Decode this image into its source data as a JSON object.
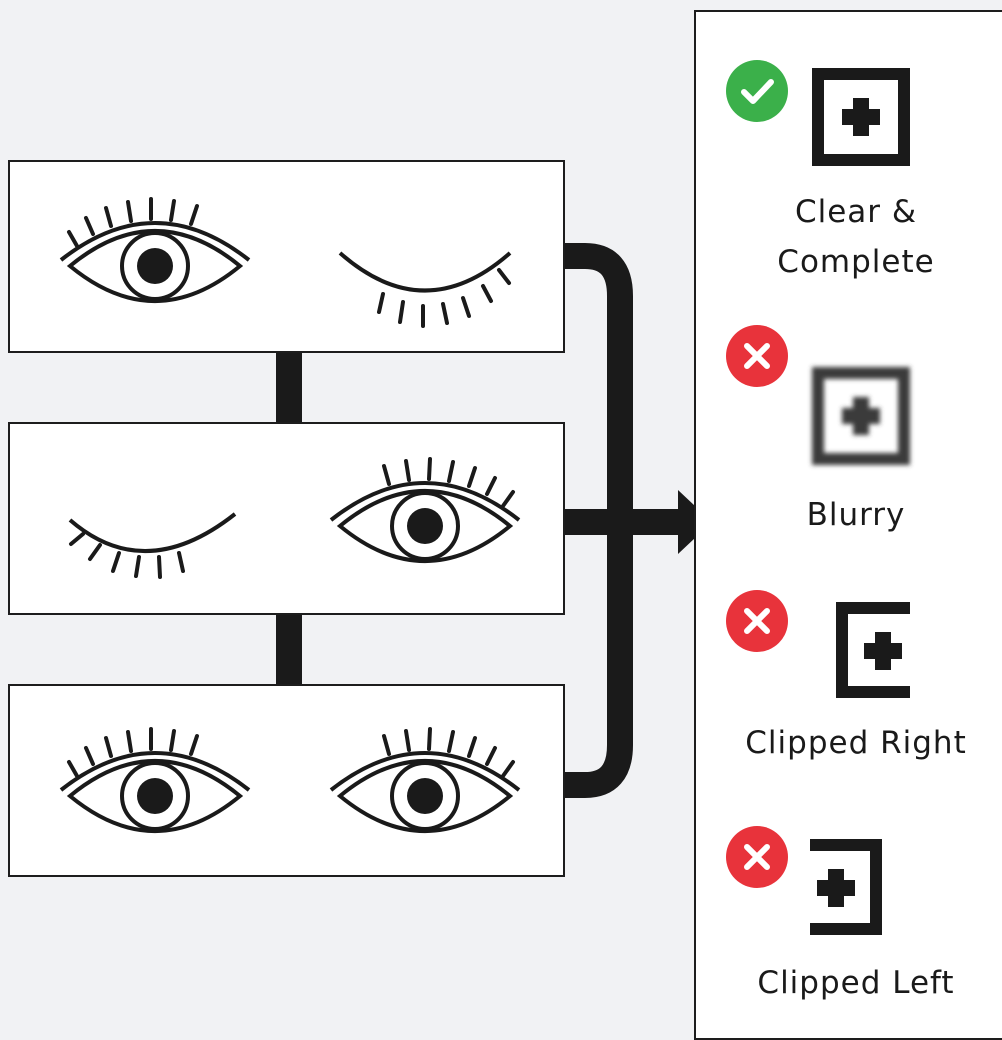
{
  "results": [
    {
      "status": "pass",
      "label": "Clear & Complete",
      "status_icon": "check-circle-icon",
      "target_icon": "boxed-plus-icon"
    },
    {
      "status": "fail",
      "label": "Blurry",
      "status_icon": "x-circle-icon",
      "target_icon": "boxed-plus-blurred-icon"
    },
    {
      "status": "fail",
      "label": "Clipped Right",
      "status_icon": "x-circle-icon",
      "target_icon": "boxed-plus-clipped-right-icon"
    },
    {
      "status": "fail",
      "label": "Clipped Left",
      "status_icon": "x-circle-icon",
      "target_icon": "boxed-plus-clipped-left-icon"
    }
  ],
  "panels": [
    {
      "left_eye": "open",
      "right_eye": "closed"
    },
    {
      "left_eye": "closed",
      "right_eye": "open"
    },
    {
      "left_eye": "open",
      "right_eye": "open"
    }
  ],
  "colors": {
    "pass": "#3bb04a",
    "fail": "#e8333b",
    "stroke": "#1a1a1a",
    "background": "#f1f2f4"
  }
}
